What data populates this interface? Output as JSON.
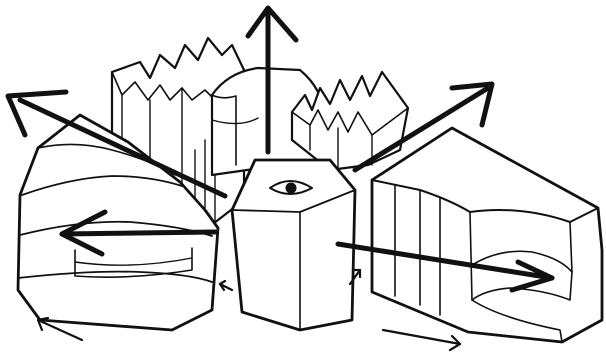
{
  "diagram": {
    "colors": {
      "stroke": "#111111",
      "background": "#ffffff"
    },
    "elements": [
      {
        "name": "block-back-left-crenellated"
      },
      {
        "name": "block-back-middle-crenellated"
      },
      {
        "name": "block-back-right-crenellated"
      },
      {
        "name": "block-left-sliced-wedge"
      },
      {
        "name": "block-center-eye-prism"
      },
      {
        "name": "block-right-notched"
      }
    ],
    "icons": [
      "eye-icon",
      "arrow-up",
      "arrow-left",
      "arrow-left-upper",
      "arrow-right-upper",
      "arrow-right-lower",
      "small-arrow-left-bottom",
      "small-arrow-right-bottom",
      "small-arrow-center-left",
      "small-arrow-center-right"
    ]
  }
}
